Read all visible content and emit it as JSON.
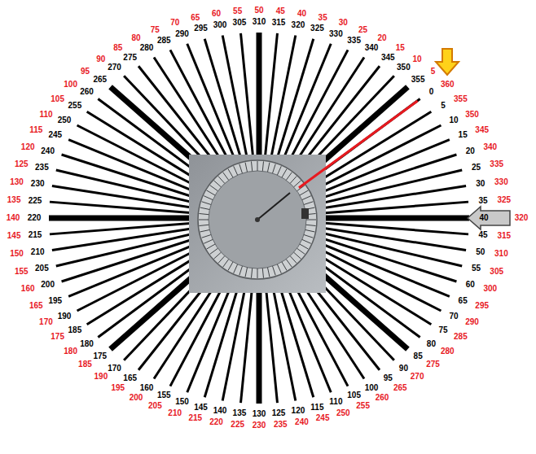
{
  "diagram": {
    "labels": [
      "0",
      "5",
      "10",
      "15",
      "20",
      "25",
      "30",
      "35",
      "40",
      "45",
      "50",
      "55",
      "60",
      "65",
      "70",
      "75",
      "80",
      "85",
      "90",
      "95",
      "100",
      "105",
      "110",
      "115",
      "120",
      "125",
      "130",
      "135",
      "140",
      "145",
      "150",
      "155",
      "160",
      "165",
      "170",
      "175",
      "180",
      "185",
      "190",
      "195",
      "200",
      "205",
      "210",
      "215",
      "220",
      "225",
      "230",
      "235",
      "240",
      "245",
      "250",
      "255",
      "260",
      "265",
      "270",
      "275",
      "280",
      "285",
      "290",
      "295",
      "300",
      "305",
      "310",
      "315",
      "320",
      "325",
      "330",
      "335",
      "340",
      "345",
      "350",
      "355",
      "5",
      "10",
      "15",
      "20",
      "25",
      "30",
      "35",
      "40",
      "45",
      "50",
      "55",
      "60",
      "65",
      "70",
      "75",
      "80",
      "85",
      "90",
      "95",
      "100",
      "105",
      "110",
      "115",
      "120",
      "125",
      "130",
      "135",
      "140",
      "145",
      "150",
      "155",
      "160",
      "165",
      "170",
      "175",
      "180",
      "185",
      "190",
      "195",
      "200",
      "205",
      "210",
      "215",
      "220",
      "225",
      "230",
      "235",
      "240",
      "245",
      "250",
      "255",
      "260",
      "265",
      "270",
      "275",
      "280",
      "285",
      "290",
      "295",
      "300",
      "305",
      "310",
      "315",
      "320",
      "325",
      "330",
      "335",
      "340",
      "345",
      "350",
      "355",
      "360"
    ]
  }
}
